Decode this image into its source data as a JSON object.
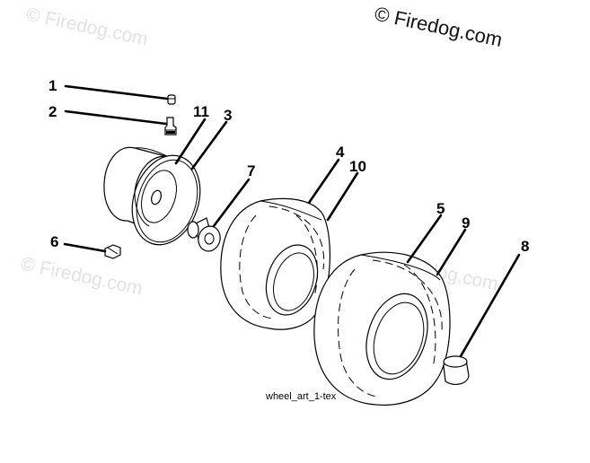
{
  "watermarks": {
    "primary": "© Firedog.com",
    "faint": [
      "© Firedog.com",
      "© Firedog.com",
      "© Firedog.com"
    ]
  },
  "callouts": [
    "1",
    "2",
    "11",
    "3",
    "7",
    "4",
    "10",
    "6",
    "5",
    "9",
    "8"
  ],
  "caption": "wheel_art_1-tex"
}
